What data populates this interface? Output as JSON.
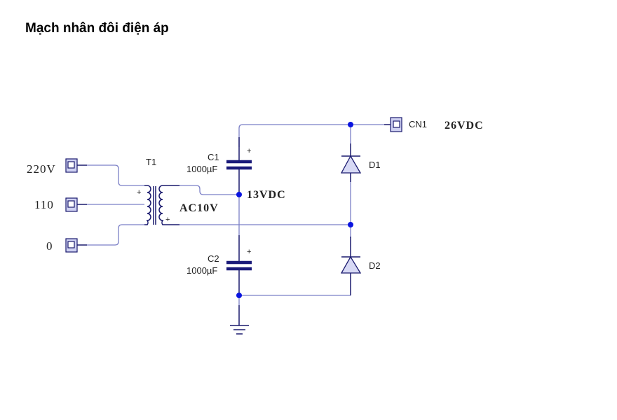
{
  "title": "Mạch nhân đôi điện áp",
  "components": {
    "transformer": {
      "ref": "T1",
      "secondary_label": "AC10V",
      "primary_plus": "+",
      "secondary_plus": "+"
    },
    "c1": {
      "ref": "C1",
      "value": "1000µF",
      "polarity": "+"
    },
    "c2": {
      "ref": "C2",
      "value": "1000µF",
      "polarity": "+"
    },
    "d1": {
      "ref": "D1"
    },
    "d2": {
      "ref": "D2"
    },
    "cn1": {
      "ref": "CN1",
      "output_label": "26VDC"
    },
    "input_terminals": [
      {
        "label": "220V"
      },
      {
        "label": "110"
      },
      {
        "label": "0"
      }
    ],
    "mid_node_label": "13VDC",
    "ground": {
      "symbol": "ground-icon"
    }
  },
  "colors": {
    "wire": "#7b7fc6",
    "component": "#1a1a6e",
    "junction": "#0a14e0",
    "connector_fill": "#cfd1f2"
  }
}
